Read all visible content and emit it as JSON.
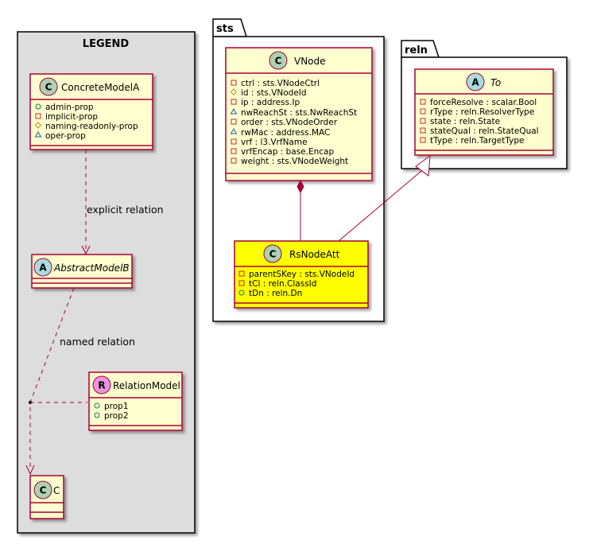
{
  "legend": {
    "title": "LEGEND",
    "concrete_model": {
      "stereotype": "C",
      "name": "ConcreteModelA",
      "attributes": [
        "admin-prop",
        "implicit-prop",
        "naming-readonly-prop",
        "oper-prop"
      ]
    },
    "explicit_label": "explicit relation",
    "abstract_model": {
      "stereotype": "A",
      "name": "AbstractModelB"
    },
    "named_label": "named relation",
    "relation_model": {
      "stereotype": "R",
      "name": "RelationModel",
      "attributes": [
        "prop1",
        "prop2"
      ]
    },
    "c_model": {
      "stereotype": "C",
      "name": "C"
    }
  },
  "sts": {
    "package_name": "sts",
    "vnode": {
      "stereotype": "C",
      "name": "VNode",
      "attributes": [
        "ctrl : sts.VNodeCtrl",
        "id : sts.VNodeId",
        "ip : address.Ip",
        "nwReachSt : sts.NwReachSt",
        "order : sts.VNodeOrder",
        "rwMac : address.MAC",
        "vrf : l3.VrfName",
        "vrfEncap : base.Encap",
        "weight : sts.VNodeWeight"
      ]
    },
    "rsnodeatt": {
      "stereotype": "C",
      "name": "RsNodeAtt",
      "attributes": [
        "parentSKey : sts.VNodeId",
        "tCl : reln.ClassId",
        "tDn : reln.Dn"
      ]
    }
  },
  "reln": {
    "package_name": "reln",
    "to": {
      "stereotype": "A",
      "name": "To",
      "attributes": [
        "forceResolve : scalar.Bool",
        "rType : reln.ResolverType",
        "state : reln.State",
        "stateQual : reln.StateQual",
        "tType : reln.TargetType"
      ]
    }
  },
  "colors": {
    "class_fill": "#FEFECE",
    "class_border": "#A80036",
    "highlight_fill": "#FFFF00",
    "legend_fill": "#DDDDDD",
    "circle_c": "#ADD1B2",
    "circle_a": "#A9DCDF",
    "circle_r": "#EB93DF",
    "edge": "#A80036"
  }
}
